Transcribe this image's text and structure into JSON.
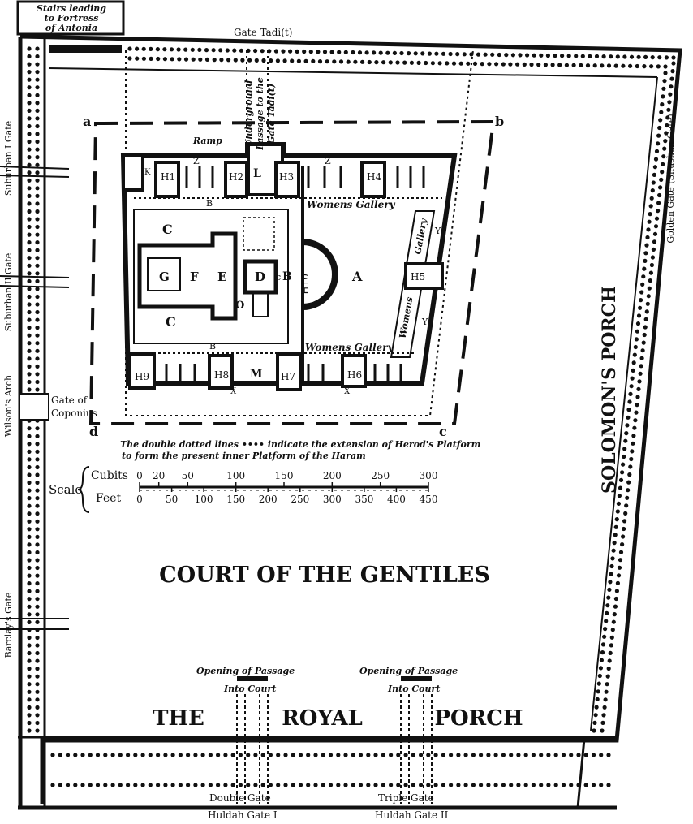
{
  "colors": {
    "ink": "#111111",
    "paper": "#ffffff"
  },
  "top_gate_label": "Gate Tadi(t)",
  "stairs_label": "Stairs leading to Fortress of Antonia",
  "court_gentiles": "COURT OF THE GENTILES",
  "royal_porch": [
    "THE",
    "ROYAL",
    "PORCH"
  ],
  "solomons_porch": "SOLOMON'S PORCH",
  "golden_gate": "Golden Gate (Shushan Gate)",
  "west_gates": {
    "suburban1": "Suburban I Gate",
    "suburban2": "Suburban II Gate",
    "wilsons_arch": "Wilson's Arch",
    "barclays": "Barclay's Gate"
  },
  "gate_coponius": [
    "Gate of",
    "Coponius"
  ],
  "underground": [
    "Underground",
    "Passage to the",
    "Gate Tadi(t)"
  ],
  "corners": {
    "a": "a",
    "b": "b",
    "c": "c",
    "d": "d"
  },
  "letters": {
    "ramp": "Ramp",
    "A": "A",
    "B": "B",
    "C": "C",
    "D": "D",
    "E": "E",
    "F": "F",
    "G": "G",
    "K": "K",
    "L": "L",
    "M": "M",
    "O": "O",
    "X": "X",
    "Y": "Y",
    "Z": "Z",
    "H1": "H1",
    "H2": "H2",
    "H3": "H3",
    "H4": "H4",
    "H5": "H5",
    "H6": "H6",
    "H7": "H7",
    "H8": "H8",
    "H9": "H9",
    "H10": "H10"
  },
  "gallery_labels": {
    "womens": "Womens Gallery",
    "gallery": "Gallery",
    "womens2": "Womens"
  },
  "note": [
    "The double dotted lines •••• indicate the extension of Herod's Platform",
    "to form the present inner Platform of the Haram"
  ],
  "scale": {
    "title": "Scale",
    "cubits_label": "Cubits",
    "feet_label": "Feet",
    "cubits": [
      "0",
      "20",
      "50",
      "100",
      "150",
      "200",
      "250",
      "300"
    ],
    "feet": [
      "0",
      "50",
      "100",
      "150",
      "200",
      "250",
      "300",
      "350",
      "400",
      "450"
    ]
  },
  "passages": {
    "opening": "Opening of Passage",
    "into": "Into Court"
  },
  "south_gates": {
    "double": "Double Gate",
    "huldah1": "Huldah Gate I",
    "triple": "Triple Gate",
    "huldah2": "Huldah Gate II"
  }
}
